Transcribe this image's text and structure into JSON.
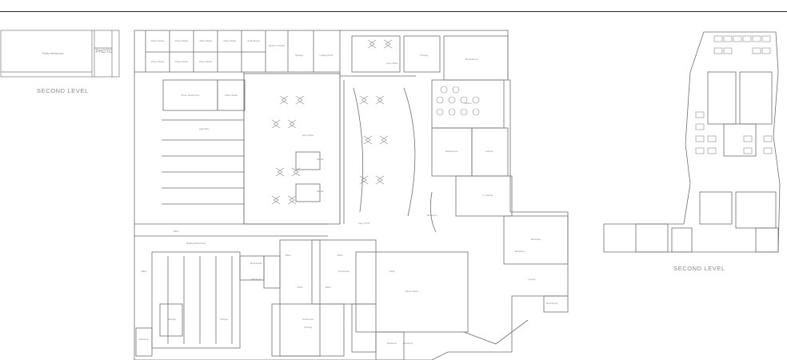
{
  "plan": {
    "levels": [
      {
        "id": "left",
        "caption": "SECOND LEVEL",
        "labels": [
          "Photo Workroom",
          "PHOTO"
        ]
      },
      {
        "id": "right",
        "caption": "SECOND LEVEL"
      }
    ],
    "rooms": [
      "Photo Studio",
      "Photo Studio",
      "Video Studio",
      "Video Studio",
      "Audio Booth",
      "Photo Studio",
      "Photo Studio",
      "Photo Studio",
      "Multi Proj Studio",
      "Photo Studio Prep",
      "Photo Studio",
      "Gate Pits",
      "Staging Warehouse",
      "Storage",
      "Loading Dock",
      "Office",
      "Office",
      "Mechanical",
      "Electrical",
      "Conference",
      "Training",
      "Kitchen",
      "Break Room",
      "Fitness",
      "Lobby",
      "Event Space",
      "Open Office",
      "Copy / Print",
      "Restroom",
      "Restroom",
      "IT / Server",
      "Reception",
      "Lounge",
      "Workroom",
      "Huddle",
      "Huddle",
      "Storage",
      "Office",
      "Office",
      "Office",
      "Office",
      "Conference",
      "Open Office",
      "Training",
      "Break Room",
      "Reception",
      "Mechanical",
      "Restroom",
      "Storage"
    ]
  }
}
